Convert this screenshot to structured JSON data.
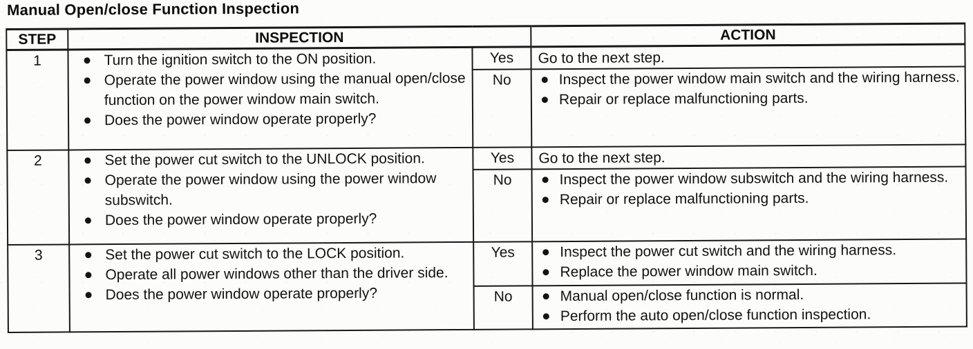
{
  "page": {
    "title": "Manual Open/close Function Inspection"
  },
  "table": {
    "headers": {
      "step": "STEP",
      "inspection": "INSPECTION",
      "action": "ACTION"
    },
    "yes_label": "Yes",
    "no_label": "No",
    "rows": [
      {
        "step": "1",
        "inspection": [
          "Turn the ignition switch to the ON position.",
          "Operate the power window using the manual open/close function on the power window main switch.",
          "Does the power window operate properly?"
        ],
        "yes": {
          "text": "Go to the next step."
        },
        "no": {
          "items": [
            "Inspect the power window main switch and the wiring harness.",
            "Repair or replace malfunctioning parts."
          ]
        }
      },
      {
        "step": "2",
        "inspection": [
          "Set the power cut switch to the UNLOCK position.",
          "Operate the power window using the power window subswitch.",
          "Does the power window operate properly?"
        ],
        "yes": {
          "text": "Go to the next step."
        },
        "no": {
          "items": [
            "Inspect the power window subswitch and the wiring harness.",
            "Repair or replace malfunctioning parts."
          ]
        }
      },
      {
        "step": "3",
        "inspection": [
          "Set the power cut switch to the LOCK position.",
          "Operate all power windows other than the driver side.",
          "Does the power window operate properly?"
        ],
        "yes": {
          "items": [
            "Inspect the power cut switch and the wiring harness.",
            "Replace the power window main switch."
          ]
        },
        "no": {
          "items": [
            "Manual open/close function is normal.",
            "Perform the auto open/close function inspection."
          ]
        }
      }
    ]
  }
}
